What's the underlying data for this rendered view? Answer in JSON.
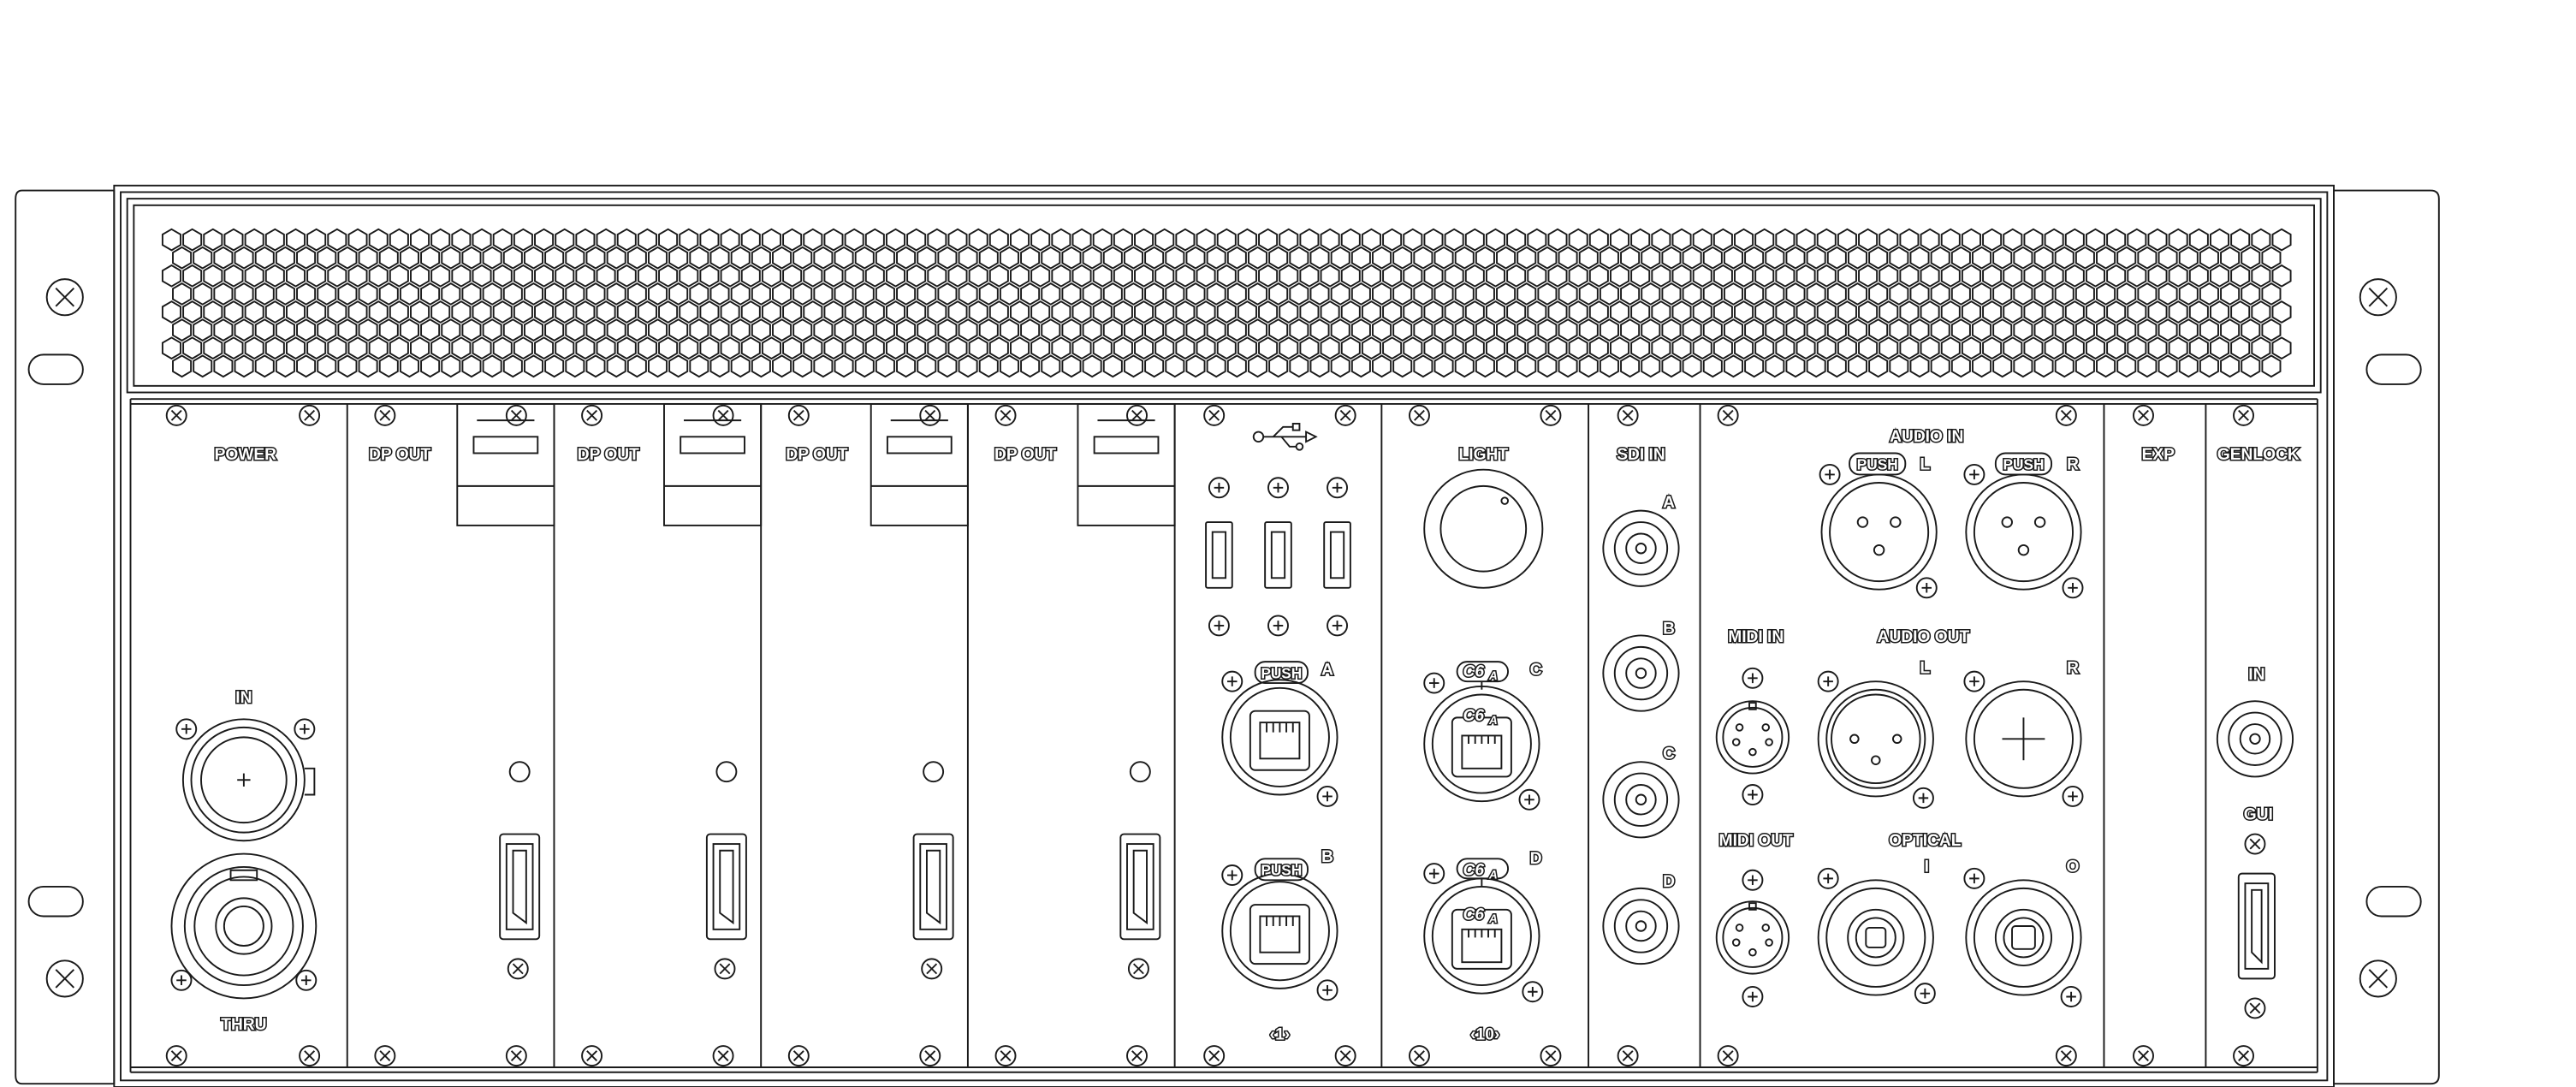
{
  "colors": {
    "line": "#1a1a1a",
    "background": "#ffffff"
  },
  "labels": {
    "power": "POWER",
    "power_in": "IN",
    "power_thru": "THRU",
    "dp_out": "DP OUT",
    "light": "LIGHT",
    "sdi_in": "SDI IN",
    "sdi_a": "A",
    "sdi_b": "B",
    "sdi_c": "C",
    "sdi_d": "D",
    "audio_in": "AUDIO IN",
    "audio_in_l": "L",
    "audio_in_r": "R",
    "push": "PUSH",
    "midi_in": "MIDI IN",
    "audio_out": "AUDIO OUT",
    "audio_out_l": "L",
    "audio_out_r": "R",
    "midi_out": "MIDI OUT",
    "optical": "OPTICAL",
    "optical_i": "I",
    "optical_o": "O",
    "exp": "EXP",
    "genlock": "GENLOCK",
    "genlock_in": "IN",
    "gui": "GUI",
    "eth_a": "A",
    "eth_b": "B",
    "eth_c": "C",
    "eth_d": "D",
    "c6a": "C6",
    "c6a_sub": "A",
    "speed_1": "‹1›",
    "speed_10": "‹10›"
  },
  "icons": {
    "usb": "usb-icon",
    "screw": "screw-icon",
    "mount_screw": "mount-screw-icon",
    "vent": "vent-grille",
    "power_connector": "powercon-icon",
    "displayport": "displayport-icon",
    "usb_port": "usb-port-icon",
    "ethernet": "ethercon-icon",
    "bnc": "bnc-icon",
    "xlr": "xlr-icon",
    "midi": "din-midi-icon",
    "optical": "toslink-icon",
    "light_knob": "light-knob-icon"
  }
}
